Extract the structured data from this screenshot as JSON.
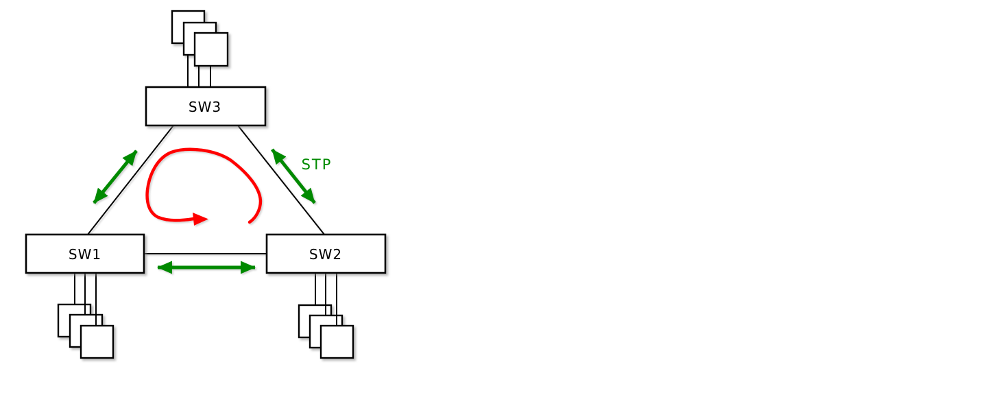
{
  "diagram": {
    "switches": [
      {
        "label": "SW1",
        "hosts": 3
      },
      {
        "label": "SW2",
        "hosts": 3
      },
      {
        "label": "SW3",
        "hosts": 3
      }
    ],
    "links": [
      {
        "from": "SW1",
        "to": "SW3"
      },
      {
        "from": "SW3",
        "to": "SW2"
      },
      {
        "from": "SW1",
        "to": "SW2"
      }
    ],
    "annotations": {
      "stp_label": "STP"
    },
    "colors": {
      "outline": "#000000",
      "box_fill": "#FFFFFF",
      "arrow_green": "#008A00",
      "loop_red": "#FF0000",
      "shadow": "#888888"
    }
  }
}
